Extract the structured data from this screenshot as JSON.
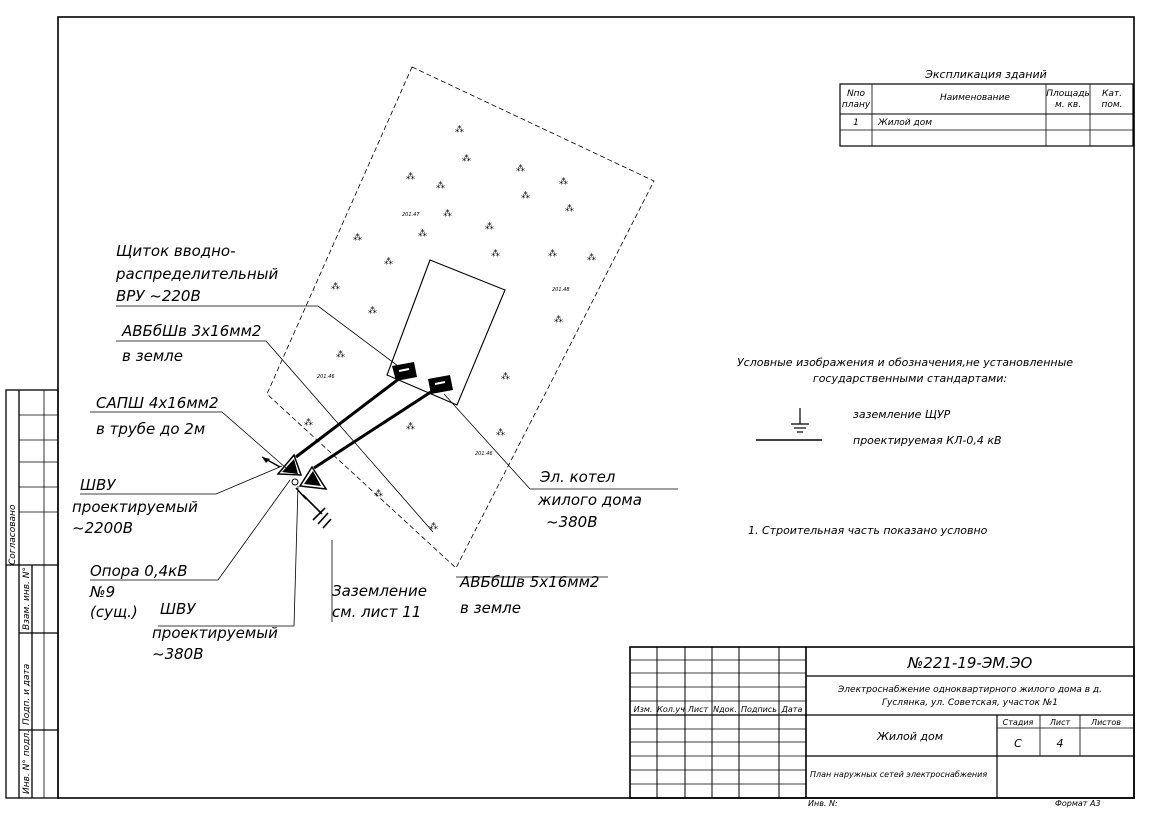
{
  "sheet": {
    "stamp": {
      "number": "№221-19-ЭМ.ЭО",
      "description_line1": "Электроснабжение одноквартирного жилого дома в д.",
      "description_line2": "Гуслянка, ул. Советская,     участок №1",
      "object": "Жилой дом",
      "plan_title": "План наружных сетей электроснабжения",
      "cols": [
        "Изм.",
        "Кол.уч",
        "Лист",
        "Nдок.",
        "Подпись",
        "Дата"
      ],
      "stage_label": "Стадия",
      "sheet_label": "Лист",
      "sheets_label": "Листов",
      "stage": "С",
      "sheet": "4",
      "inv": "Инв. N:",
      "format": "Формат А3"
    },
    "side_stamp": {
      "agreed": "Согласовано",
      "vzam": "Взам. инв. N°",
      "podp": "Подп. и дата",
      "inv": "Инв. N° подл."
    }
  },
  "explication": {
    "title": "Экспликация зданий",
    "headers": {
      "num1": "Nпо",
      "num2": "плану",
      "name": "Наименование",
      "area1": "Площадь",
      "area2": "м. кв.",
      "cat1": "Кат.",
      "cat2": "пом."
    },
    "rows": [
      {
        "num": "1",
        "name": "Жилой дом",
        "area": "",
        "cat": ""
      }
    ]
  },
  "legend": {
    "title1": "Условные изображения и обозначения,не установленные",
    "title2": "государственными стандартами:",
    "items": [
      {
        "icon": "ground-symbol-icon",
        "label": "заземление ЩУР"
      },
      {
        "icon": "cable-line-icon",
        "label": "проектируемая КЛ-0,4 кВ"
      }
    ]
  },
  "note": "1. Строительная часть показано условно",
  "plan": {
    "elevations": [
      "201.47",
      "201.48",
      "201.46",
      "201.46"
    ],
    "labels": {
      "vru_1": "Щиток вводно-",
      "vru_2": "распределительный",
      "vru_3": "ВРУ ~220В",
      "cable1_1": "АВБбШв 3х16мм2",
      "cable1_2": "в земле",
      "sapsh_1": "САПШ 4х16мм2",
      "sapsh_2": "в трубе до 2м",
      "shvu1_1": "ШВУ",
      "shvu1_2": "проектируемый",
      "shvu1_3": "~2200В",
      "opora_1": "Опора 0,4кВ",
      "opora_2": "№9",
      "opora_3": "(сущ.)",
      "shvu2_1": "ШВУ",
      "shvu2_2": "проектируемый",
      "shvu2_3": "~380В",
      "ground_1": "Заземление",
      "ground_2": "см. лист 11",
      "cable2_1": "АВБбШв 5х16мм2",
      "cable2_2": "в земле",
      "kotel_1": "Эл. котел",
      "kotel_2": "жилого дома",
      "kotel_3": "~380В"
    }
  }
}
